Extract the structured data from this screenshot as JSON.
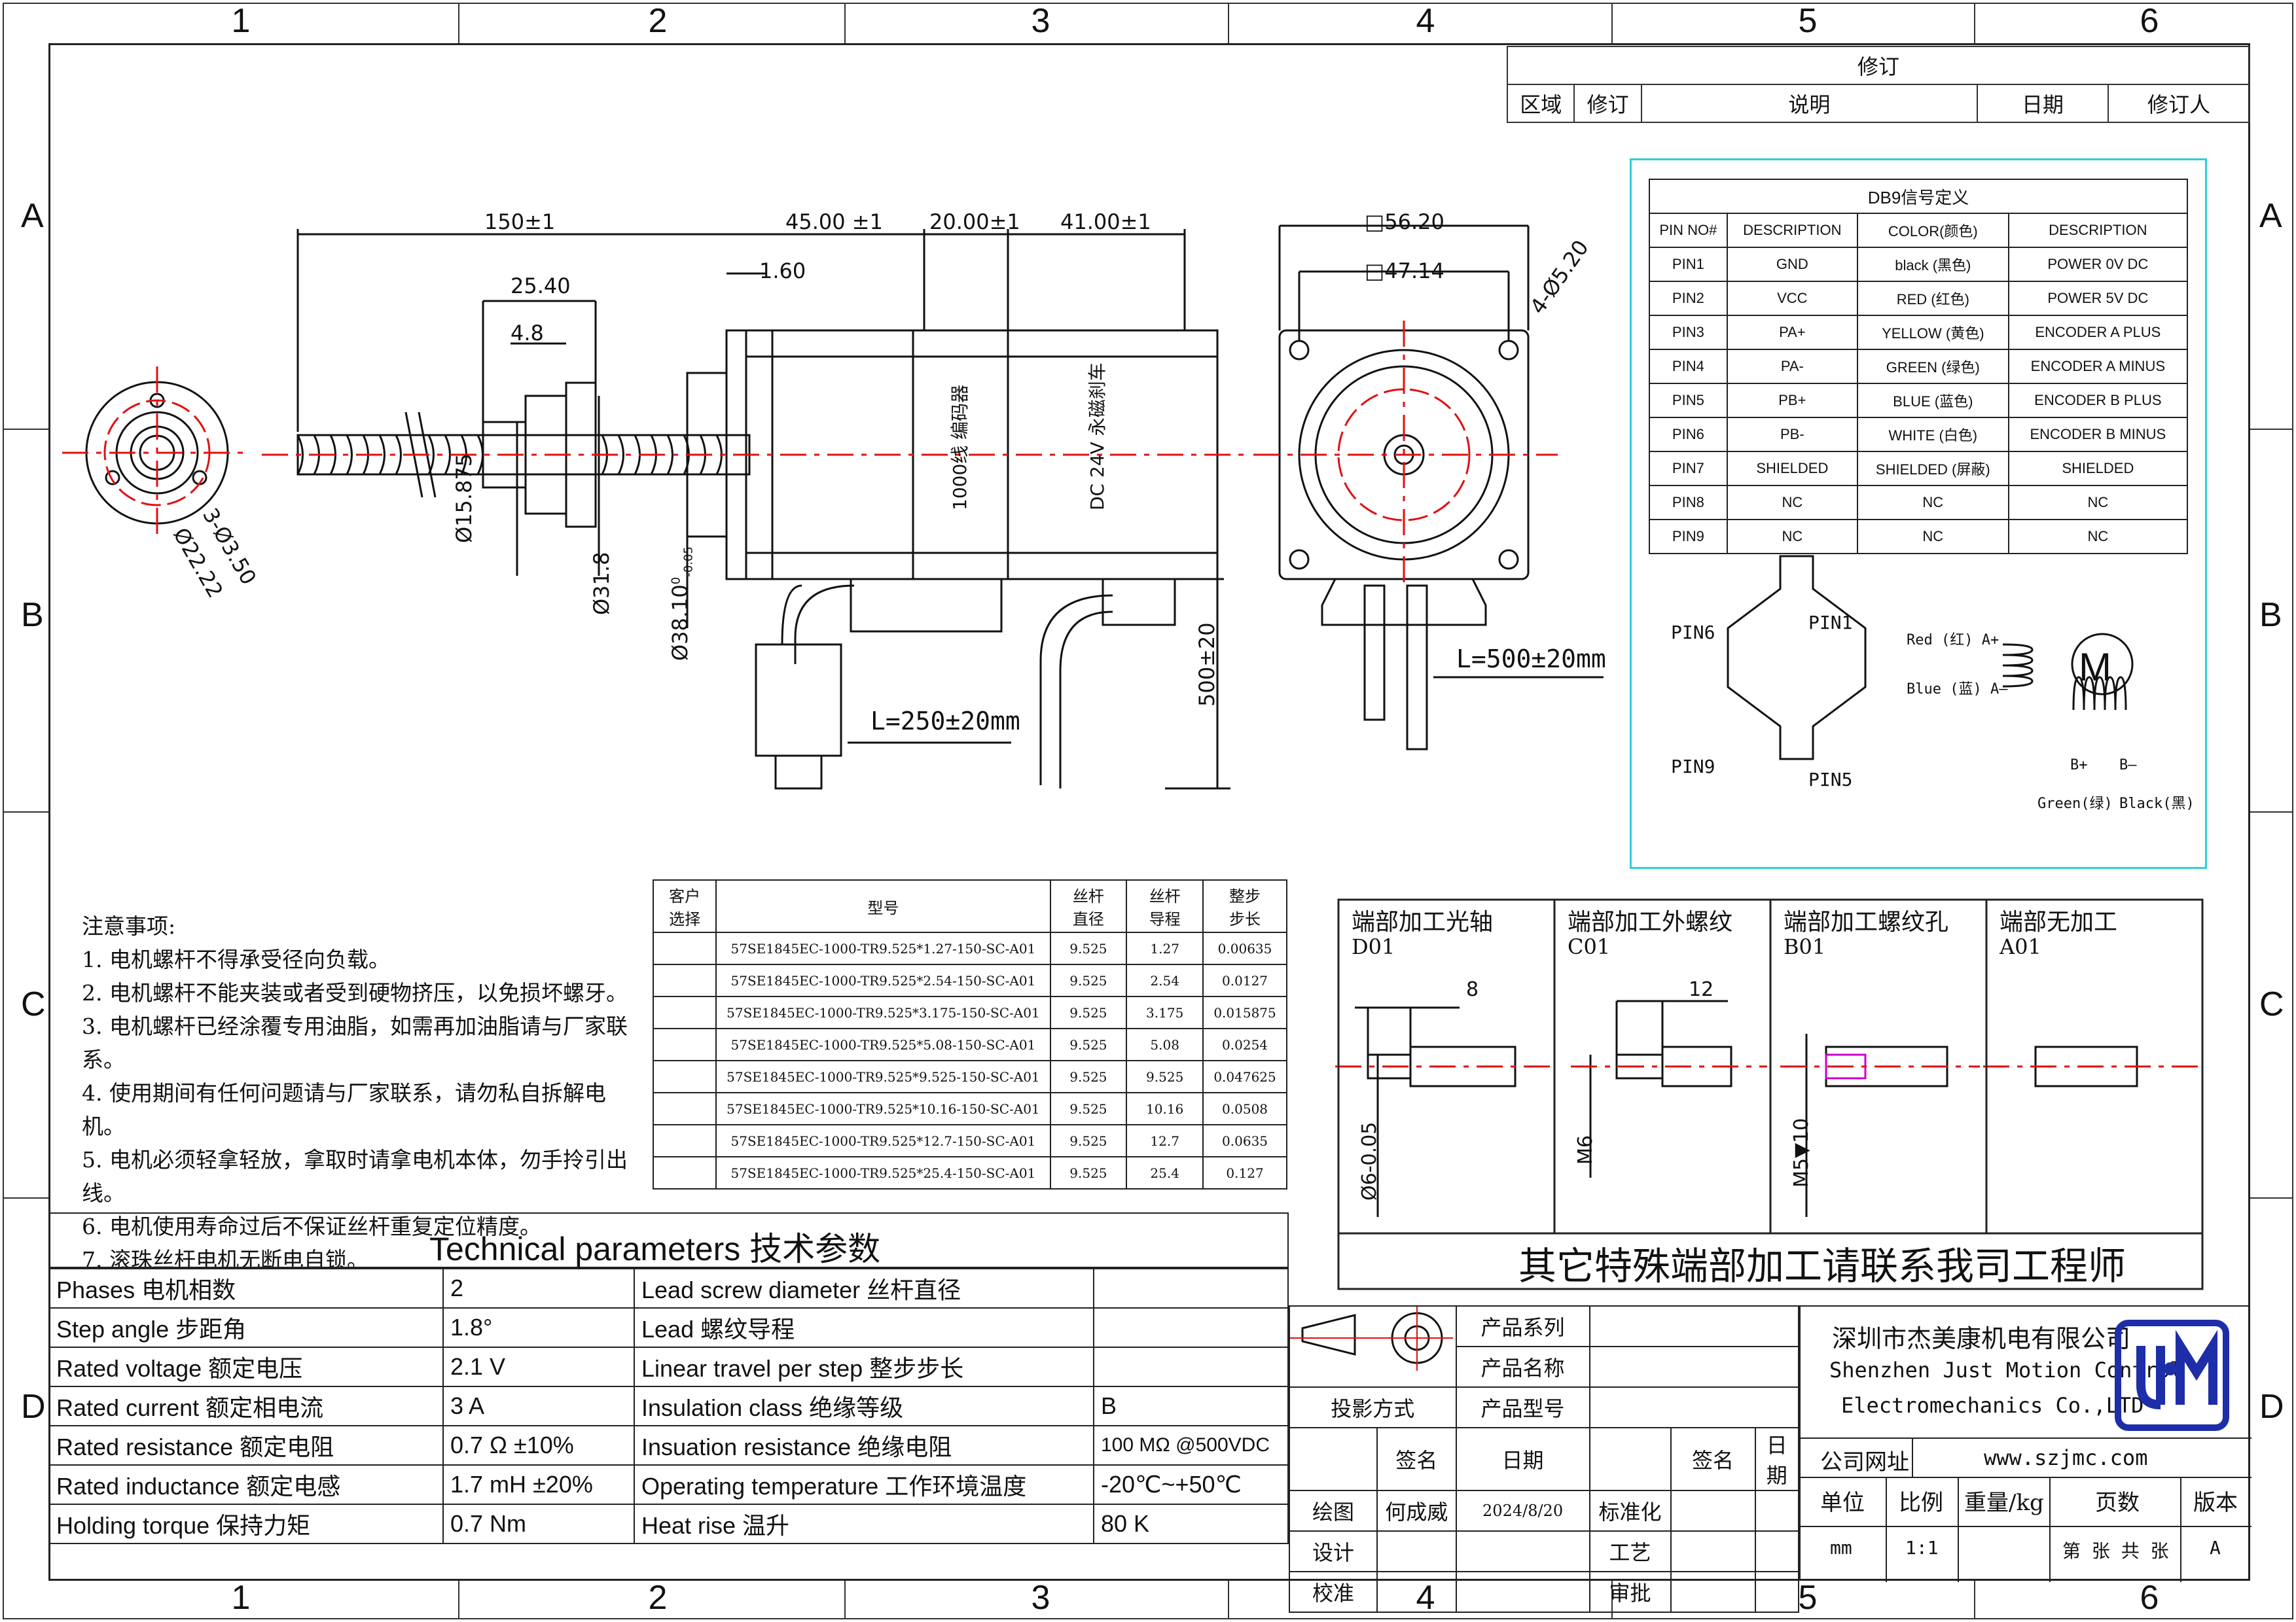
{
  "zones": {
    "columns": [
      "1",
      "2",
      "3",
      "4",
      "5",
      "6"
    ],
    "rows": [
      "A",
      "B",
      "C",
      "D"
    ]
  },
  "revision": {
    "title": "修订",
    "headers": [
      "区域",
      "修订",
      "说明",
      "日期",
      "修订人"
    ]
  },
  "dims": {
    "total_len": "150±1",
    "d_25_40": "25.40",
    "d_4_8": "4.8",
    "d_1_60": "1.60",
    "d_45": "45.00 ±1",
    "d_20": "20.00±1",
    "d_41": "41.00±1",
    "dia_15875": "Ø15.875",
    "dia_31_8": "Ø31.8",
    "dia_38_1": "Ø38.10",
    "dia_38_tol_up": "0",
    "dia_38_tol_dn": "-0.05",
    "holes_3": "3-Ø3.50",
    "dia_22_22": "Ø22.22",
    "sq_56": "□56.20",
    "sq_47": "□47.14",
    "holes_4": "4-Ø5.20",
    "cable_250": "L=250±20mm",
    "cable_500": "500±20",
    "cable_l500": "L=500±20mm",
    "label_encoder": "1000线 编码器",
    "label_brake": "DC 24V 永磁刹车"
  },
  "db9": {
    "title": "DB9信号定义",
    "headers": [
      "PIN NO#",
      "DESCRIPTION",
      "COLOR(颜色)",
      "DESCRIPTION"
    ],
    "rows": [
      [
        "PIN1",
        "GND",
        "black (黑色)",
        "POWER 0V DC"
      ],
      [
        "PIN2",
        "VCC",
        "RED (红色)",
        "POWER 5V DC"
      ],
      [
        "PIN3",
        "PA+",
        "YELLOW (黄色)",
        "ENCODER A PLUS"
      ],
      [
        "PIN4",
        "PA-",
        "GREEN (绿色)",
        "ENCODER A MINUS"
      ],
      [
        "PIN5",
        "PB+",
        "BLUE (蓝色)",
        "ENCODER B PLUS"
      ],
      [
        "PIN6",
        "PB-",
        "WHITE (白色)",
        "ENCODER B MINUS"
      ],
      [
        "PIN7",
        "SHIELDED",
        "SHIELDED (屏蔽)",
        "SHIELDED"
      ],
      [
        "PIN8",
        "NC",
        "NC",
        "NC"
      ],
      [
        "PIN9",
        "NC",
        "NC",
        "NC"
      ]
    ],
    "pin_labels": [
      "PIN6",
      "PIN1",
      "PIN9",
      "PIN5"
    ],
    "motor_a_plus": "Red (红) A+",
    "motor_a_minus": "Blue (蓝) A—",
    "motor_b_plus": "B+",
    "motor_b_minus": "B—",
    "motor_green": "Green(绿)",
    "motor_black": "Black(黑)",
    "motor_symbol": "M"
  },
  "notes": {
    "title": "注意事项:",
    "items": [
      "1. 电机螺杆不得承受径向负载。",
      "2. 电机螺杆不能夹装或者受到硬物挤压，以免损坏螺牙。",
      "3. 电机螺杆已经涂覆专用油脂，如需再加油脂请与厂家联系。",
      "4. 使用期间有任何问题请与厂家联系，请勿私自拆解电机。",
      "5. 电机必须轻拿轻放，拿取时请拿电机本体，勿手拎引出线。",
      "6. 电机使用寿命过后不保证丝杆重复定位精度。",
      "7. 滚珠丝杆电机无断电自锁。"
    ]
  },
  "models": {
    "headers": [
      "客户\n选择",
      "型号",
      "丝杆\n直径",
      "丝杆\n导程",
      "整步\n步长"
    ],
    "rows": [
      [
        "",
        "57SE1845EC-1000-TR9.525*1.27-150-SC-A01",
        "9.525",
        "1.27",
        "0.00635"
      ],
      [
        "",
        "57SE1845EC-1000-TR9.525*2.54-150-SC-A01",
        "9.525",
        "2.54",
        "0.0127"
      ],
      [
        "",
        "57SE1845EC-1000-TR9.525*3.175-150-SC-A01",
        "9.525",
        "3.175",
        "0.015875"
      ],
      [
        "",
        "57SE1845EC-1000-TR9.525*5.08-150-SC-A01",
        "9.525",
        "5.08",
        "0.0254"
      ],
      [
        "",
        "57SE1845EC-1000-TR9.525*9.525-150-SC-A01",
        "9.525",
        "9.525",
        "0.047625"
      ],
      [
        "",
        "57SE1845EC-1000-TR9.525*10.16-150-SC-A01",
        "9.525",
        "10.16",
        "0.0508"
      ],
      [
        "",
        "57SE1845EC-1000-TR9.525*12.7-150-SC-A01",
        "9.525",
        "12.7",
        "0.0635"
      ],
      [
        "",
        "57SE1845EC-1000-TR9.525*25.4-150-SC-A01",
        "9.525",
        "25.4",
        "0.127"
      ]
    ]
  },
  "ends": {
    "cols": [
      {
        "title": "端部加工光轴",
        "code": "D01",
        "dim": "8",
        "side": "Ø6-0.05"
      },
      {
        "title": "端部加工外螺纹",
        "code": "C01",
        "dim": "12",
        "side": "M6"
      },
      {
        "title": "端部加工螺纹孔",
        "code": "B01",
        "dim": "",
        "side": "M5▼10"
      },
      {
        "title": "端部无加工",
        "code": "A01",
        "dim": "",
        "side": ""
      }
    ],
    "footer": "其它特殊端部加工请联系我司工程师"
  },
  "tech": {
    "title": "Technical parameters 技术参数",
    "left": [
      [
        "Phases 电机相数",
        "2"
      ],
      [
        "Step angle 步距角",
        "1.8°"
      ],
      [
        "Rated voltage 额定电压",
        "2.1 V"
      ],
      [
        "Rated current 额定相电流",
        "3 A"
      ],
      [
        "Rated resistance 额定电阻",
        "0.7 Ω  ±10%"
      ],
      [
        "Rated inductance 额定电感",
        "1.7 mH ±20%"
      ],
      [
        "Holding torque 保持力矩",
        "0.7 Nm"
      ]
    ],
    "right": [
      [
        "Lead screw diameter 丝杆直径",
        ""
      ],
      [
        "Lead 螺纹导程",
        ""
      ],
      [
        "Linear travel per step 整步步长",
        ""
      ],
      [
        "Insulation class 绝缘等级",
        "B"
      ],
      [
        "Insuation resistance 绝缘电阻",
        "100 MΩ @500VDC"
      ],
      [
        "Operating temperature 工作环境温度",
        "-20℃~+50℃"
      ],
      [
        "Heat rise 温升",
        "80 K"
      ]
    ]
  },
  "titleblock": {
    "series": "产品系列",
    "name": "产品名称",
    "model": "产品型号",
    "projection": "投影方式",
    "sign": "签名",
    "date": "日期",
    "draw": "绘图",
    "drawer": "何成威",
    "draw_date": "2024/8/20",
    "design": "设计",
    "check": "校准",
    "standard": "标准化",
    "process": "工艺",
    "approve": "审批",
    "sign2": "签名",
    "date2": "日期",
    "company_cn": "深圳市杰美康机电有限公司",
    "company_en1": "Shenzhen Just Motion Control",
    "company_en2": "Electromechanics Co.,LTD",
    "website_label": "公司网址",
    "website": "www.szjmc.com",
    "unit": "单位",
    "scale": "比例",
    "weight": "重量/kg",
    "pages": "页数",
    "version": "版本",
    "unit_val": "mm",
    "scale_val": "1:1",
    "pages_val": "第 张 共 张",
    "version_val": "A"
  },
  "colors": {
    "centerline": "#e01010",
    "db9_border": "#2bd0d8",
    "logo": "#1d2ea8"
  }
}
